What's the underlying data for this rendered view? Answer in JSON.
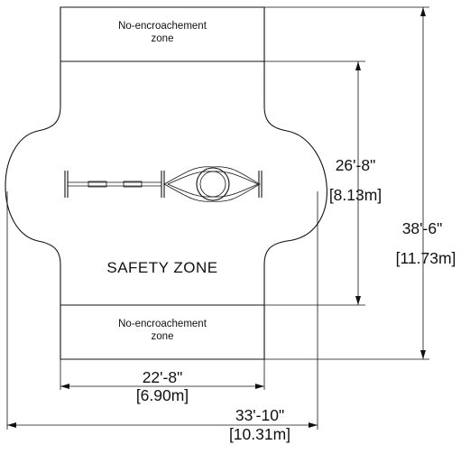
{
  "zones": {
    "top_label_line1": "No-encroachement",
    "top_label_line2": "zone",
    "bottom_label_line1": "No-encroachement",
    "bottom_label_line2": "zone",
    "safety_label": "SAFETY ZONE"
  },
  "dimensions": {
    "inner_width_ft": "22'-8\"",
    "inner_width_m": "[6.90m]",
    "outer_width_ft": "33'-10\"",
    "outer_width_m": "[10.31m]",
    "inner_length_ft": "26'-8\"",
    "inner_length_m": "[8.13m]",
    "outer_length_ft": "38'-6\"",
    "outer_length_m": "[11.73m]"
  }
}
